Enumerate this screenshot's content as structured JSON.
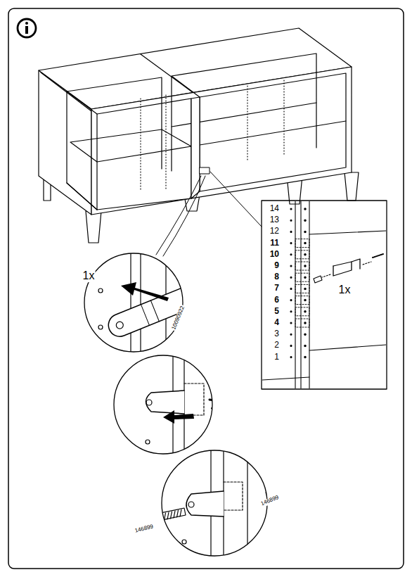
{
  "diagram": {
    "labels": [
      "1x",
      "10090922",
      "146899",
      "146899",
      "1x",
      "14",
      "13",
      "12",
      "11",
      "10",
      "9",
      "8",
      "7",
      "6",
      "5",
      "4",
      "3",
      "2",
      "1"
    ]
  }
}
